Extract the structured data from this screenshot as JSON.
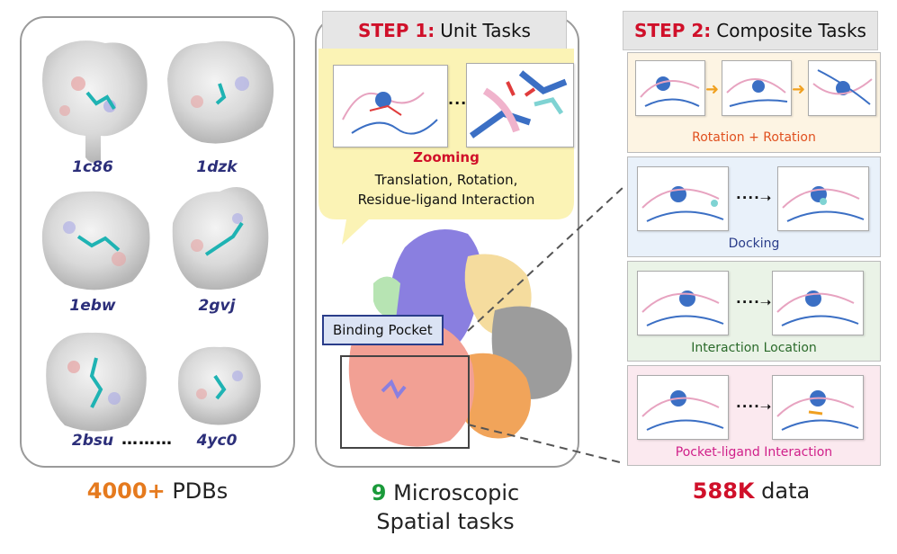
{
  "left_panel": {
    "proteins": [
      {
        "id": "1c86"
      },
      {
        "id": "1dzk"
      },
      {
        "id": "1ebw"
      },
      {
        "id": "2gvj"
      },
      {
        "id": "2bsu"
      },
      {
        "id": "4yc0"
      }
    ],
    "ellipsis": "………",
    "caption_count": "4000+",
    "caption_text": "PDBs",
    "caption_count_color": "#e57a1e"
  },
  "middle_panel": {
    "header_step": "STEP 1:",
    "header_title": "Unit Tasks",
    "zoom_label": "Zooming",
    "task_line1": "Translation, Rotation,",
    "task_line2": "Residue-ligand Interaction",
    "pocket_label": "Binding Pocket",
    "caption_count": "9",
    "caption_line1": "Microscopic",
    "caption_line2": "Spatial tasks",
    "caption_count_color": "#1a9a3a"
  },
  "right_panel": {
    "header_step": "STEP 2:",
    "header_title": "Composite Tasks",
    "tasks": [
      {
        "label": "Rotation + Rotation",
        "label_color": "#e0501f",
        "bg": "#fdf4e3"
      },
      {
        "label": "Docking",
        "label_color": "#2a3d8a",
        "bg": "#e9f1fa"
      },
      {
        "label": "Interaction Location",
        "label_color": "#2a6a2a",
        "bg": "#eaf3e7"
      },
      {
        "label": "Pocket-ligand Interaction",
        "label_color": "#d0208a",
        "bg": "#fbe9ef"
      }
    ],
    "caption_count": "588K",
    "caption_text": "data",
    "caption_count_color": "#d0102a"
  }
}
